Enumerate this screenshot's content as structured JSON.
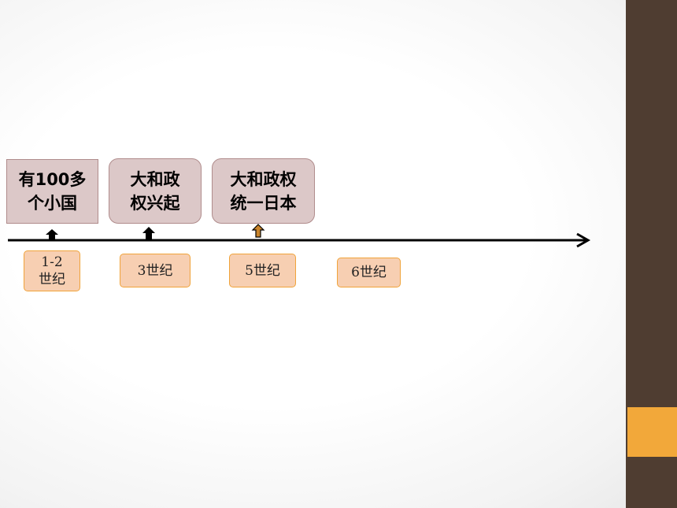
{
  "events": [
    {
      "label": "有100多\n个小国"
    },
    {
      "label": "大和政\n权兴起"
    },
    {
      "label": "大和政权\n统一日本"
    }
  ],
  "dates": [
    {
      "label": "1-2\n世纪"
    },
    {
      "label": "3世纪"
    },
    {
      "label": "5世纪"
    },
    {
      "label": "6世纪"
    }
  ],
  "colors": {
    "event_fill": "#dcc8c8",
    "date_fill": "#f7cfb2",
    "date_border": "#f0a33a",
    "sidebar": "#4f3d31",
    "sidebar_accent": "#f2a83a",
    "highlight_arrow": "#c8832a"
  },
  "icons": {
    "marker": "up-arrow-icon",
    "axis_end": "right-arrow-icon"
  }
}
